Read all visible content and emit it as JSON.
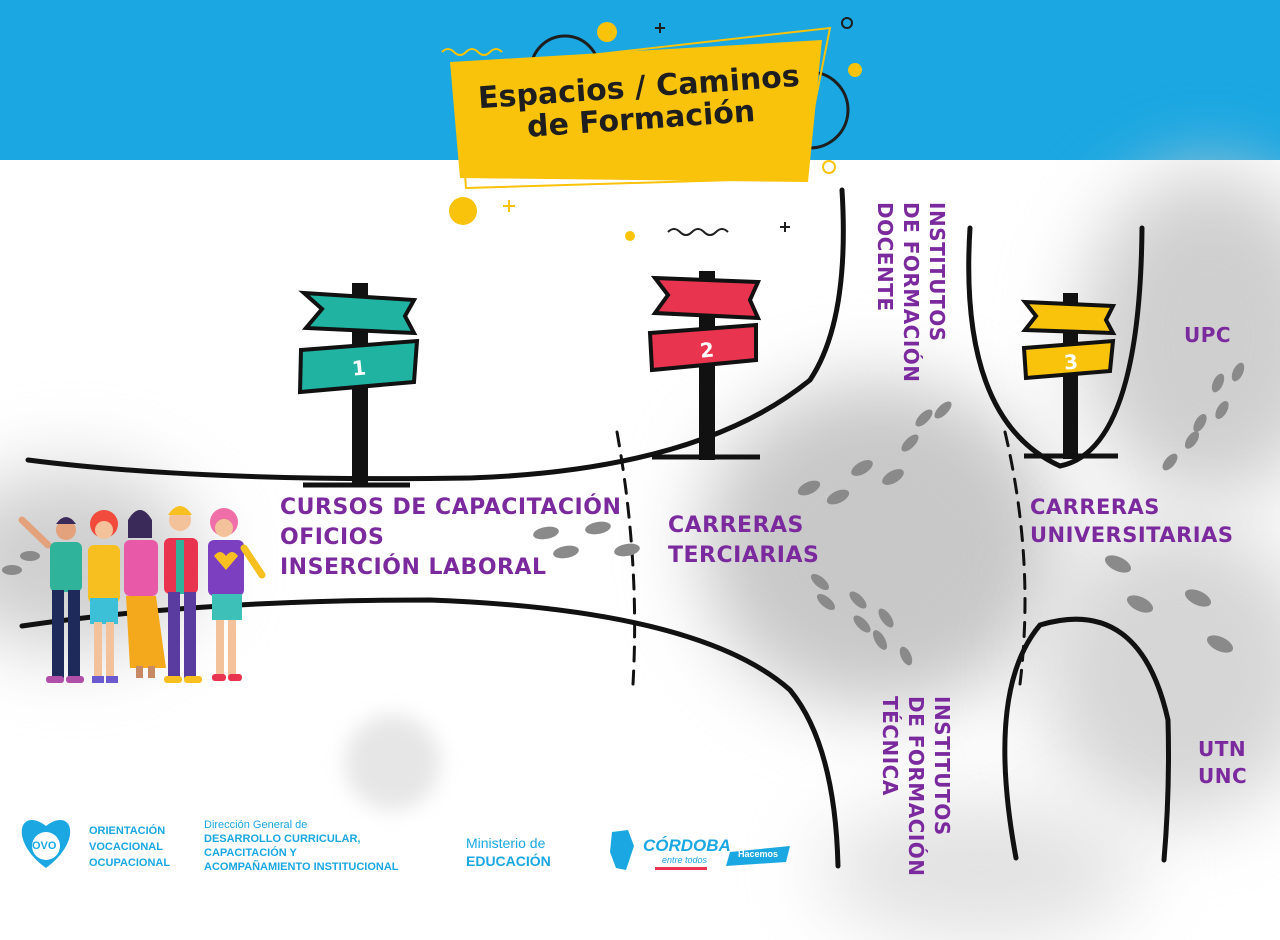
{
  "title": {
    "line1": "Espacios / Caminos",
    "line2": "de Formación"
  },
  "signs": [
    {
      "number": "1",
      "color": "#20b3a2"
    },
    {
      "number": "2",
      "color": "#e8344e"
    },
    {
      "number": "3",
      "color": "#f8c30a"
    }
  ],
  "labels": {
    "path1": [
      "CURSOS DE CAPACITACIÓN",
      "OFICIOS",
      "INSERCIÓN LABORAL"
    ],
    "terciarias": [
      "CARRERAS",
      "TERCIARIAS"
    ],
    "universitarias": [
      "CARRERAS",
      "UNIVERSITARIAS"
    ],
    "docente": [
      "INSTITUTOS",
      "DE FORMACIÓN",
      "DOCENTE"
    ],
    "tecnica": [
      "INSTITUTOS",
      "DE FORMACIÓN",
      "TÉCNICA"
    ],
    "upc": "UPC",
    "utn_unc": [
      "UTN",
      "UNC"
    ]
  },
  "footer": {
    "ovo_logo_letters": "OVO",
    "ovo": [
      "ORIENTACIÓN",
      "VOCACIONAL",
      "OCUPACIONAL"
    ],
    "direccion": {
      "intro": "Dirección General de",
      "lines": [
        "DESARROLLO CURRICULAR,",
        "CAPACITACIÓN Y",
        "ACOMPAÑAMIENTO INSTITUCIONAL"
      ]
    },
    "ministerio": [
      "Ministerio de",
      "EDUCACIÓN"
    ],
    "cordoba": "CÓRDOBA",
    "cordoba_sub": "entre todos",
    "hacemos": "Hacemos"
  },
  "colors": {
    "sky": "#1aa7e2",
    "banner": "#f8c30a",
    "label_purple": "#7b2a9e",
    "footer_blue": "#1aa7e2"
  }
}
